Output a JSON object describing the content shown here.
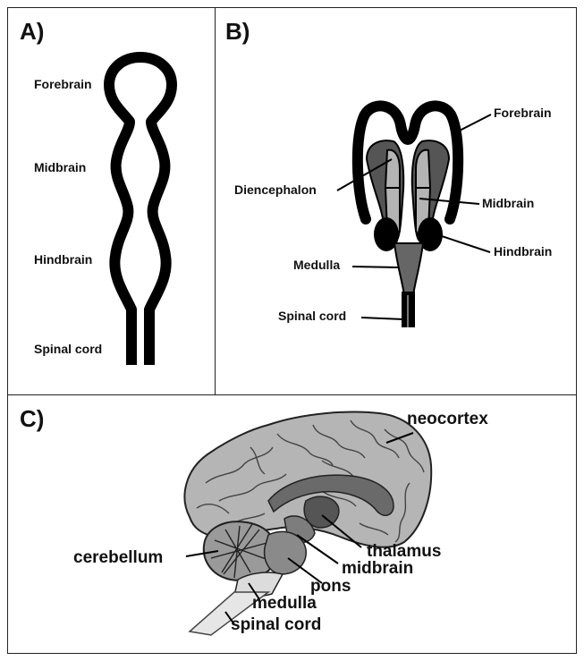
{
  "panels": {
    "a": {
      "label": "A)",
      "regions": [
        "Forebrain",
        "Midbrain",
        "Hindbrain",
        "Spinal cord"
      ]
    },
    "b": {
      "label": "B)",
      "regions": [
        "Forebrain",
        "Diencephalon",
        "Midbrain",
        "Hindbrain",
        "Medulla",
        "Spinal cord"
      ]
    },
    "c": {
      "label": "C)",
      "regions": [
        "neocortex",
        "thalamus",
        "midbrain",
        "cerebellum",
        "pons",
        "medulla",
        "spinal cord"
      ]
    }
  }
}
